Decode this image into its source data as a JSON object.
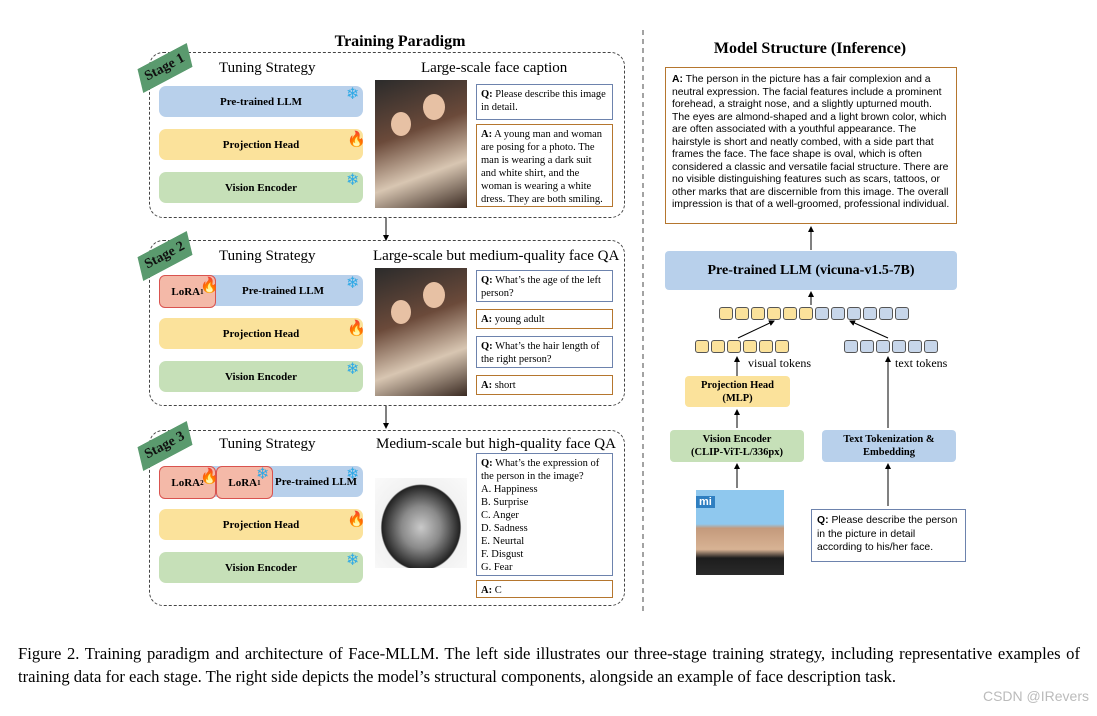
{
  "left_title": "Training Paradigm",
  "right_title": "Model Structure (Inference)",
  "stages": [
    {
      "tag": "Stage 1",
      "tuning_label": "Tuning Strategy",
      "data_label": "Large-scale face caption",
      "modules": [
        "Pre-trained LLM",
        "Projection Head",
        "Vision Encoder"
      ],
      "q": "Please describe this image in detail.",
      "a": "A young man and woman are posing for a photo. The man is wearing a dark suit and white shirt, and the woman is wearing a white dress. They are both smiling."
    },
    {
      "tag": "Stage 2",
      "tuning_label": "Tuning Strategy",
      "data_label": "Large-scale but medium-quality face QA",
      "lora": "LoRA",
      "lora_sub": "1",
      "modules": [
        "Pre-trained LLM",
        "Projection Head",
        "Vision Encoder"
      ],
      "q1": "What’s the age of the left person?",
      "a1": "young adult",
      "q2": "What’s the hair length of the right person?",
      "a2": "short"
    },
    {
      "tag": "Stage 3",
      "tuning_label": "Tuning Strategy",
      "data_label": "Medium-scale but high-quality face QA",
      "lora2": "LoRA",
      "lora2_sub": "2",
      "lora1": "LoRA",
      "lora1_sub": "1",
      "modules": [
        "Pre-trained LLM",
        "Projection Head",
        "Vision Encoder"
      ],
      "q": "What’s the expression of the person in the image?",
      "options": [
        "A. Happiness",
        "B. Surprise",
        "C. Anger",
        "D. Sadness",
        "E. Neurtal",
        "F. Disgust",
        "G. Fear"
      ],
      "a": "C"
    }
  ],
  "qa_prefix_q": "Q:",
  "qa_prefix_a": "A:",
  "model": {
    "output_answer": "The person in the picture has a fair complexion and a neutral expression. The facial features include a prominent forehead, a straight nose, and a slightly upturned mouth. The eyes are almond-shaped and a light brown color, which are often associated with a youthful appearance. The hairstyle is short and neatly combed, with a side part that frames the face. The face shape is oval, which is often considered a classic and versatile facial structure. There are no visible distinguishing features such as scars, tattoos, or other marks that are discernible from this image. The overall impression is that of a well-groomed, professional individual.",
    "llm": "Pre-trained LLM (vicuna-v1.5-7B)",
    "visual_tokens": "visual tokens",
    "text_tokens": "text tokens",
    "projection_head": "Projection Head",
    "projection_head_sub": "(MLP)",
    "vision_encoder": "Vision Encoder",
    "vision_encoder_sub": "(CLIP-ViT-L/336px)",
    "text_tok": "Text Tokenization &",
    "text_tok_sub": "Embedding",
    "input_q": "Please describe the person in the picture in detail according to his/her face.",
    "image_badge": "mi"
  },
  "caption": "Figure 2.  Training paradigm and architecture of Face-MLLM. The left side illustrates our three-stage training strategy, including representative examples of training data for each stage. The right side depicts the model’s structural components, alongside an example of face description task.",
  "watermark": "CSDN @IRevers",
  "colors": {
    "llm_blue": "#b8d0eb",
    "proj_yellow": "#fbe29b",
    "vis_green": "#c6e0b8",
    "lora_red": "#f4b9a8"
  }
}
